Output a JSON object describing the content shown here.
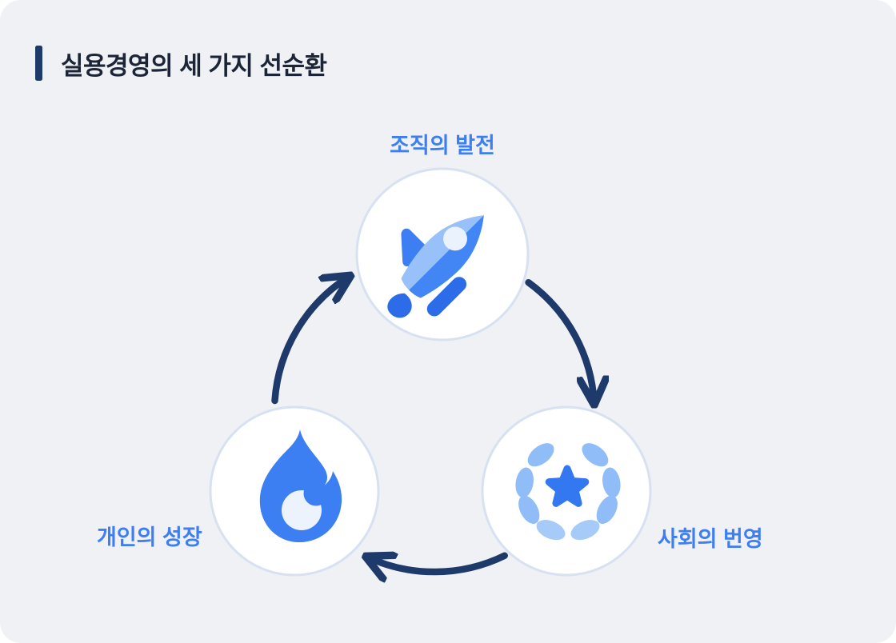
{
  "header": {
    "title": "실용경영의 세 가지 선순환"
  },
  "diagram": {
    "type": "cycle",
    "flow": "clockwise",
    "nodes": [
      {
        "id": "organization",
        "label": "조직의 발전",
        "icon": "rocket-icon",
        "position": "top"
      },
      {
        "id": "society",
        "label": "사회의 번영",
        "icon": "laurel-star-icon",
        "position": "bottom-right"
      },
      {
        "id": "individual",
        "label": "개인의 성장",
        "icon": "flame-icon",
        "position": "bottom-left"
      }
    ],
    "arrows": [
      {
        "from": "organization",
        "to": "society"
      },
      {
        "from": "society",
        "to": "individual"
      },
      {
        "from": "individual",
        "to": "organization"
      }
    ]
  },
  "colors": {
    "card-bg": "#EFF1F4",
    "navy": "#1E3A6B",
    "title": "#1C2538",
    "label-blue": "#3D7EF3",
    "circle-fill": "#FFFFFF",
    "circle-border": "#D8E1F1",
    "icon-blue-light": "#97C1F8",
    "icon-blue-medium": "#4285F4",
    "icon-blue-dark": "#2D6CE8",
    "icon-blue-pale": "#E9F2FD",
    "flame-blue": "#3B7FF3",
    "petal-blue": "#90BDF7",
    "petal-blue-light": "#A6CBF8",
    "star-blue": "#3377F1"
  }
}
